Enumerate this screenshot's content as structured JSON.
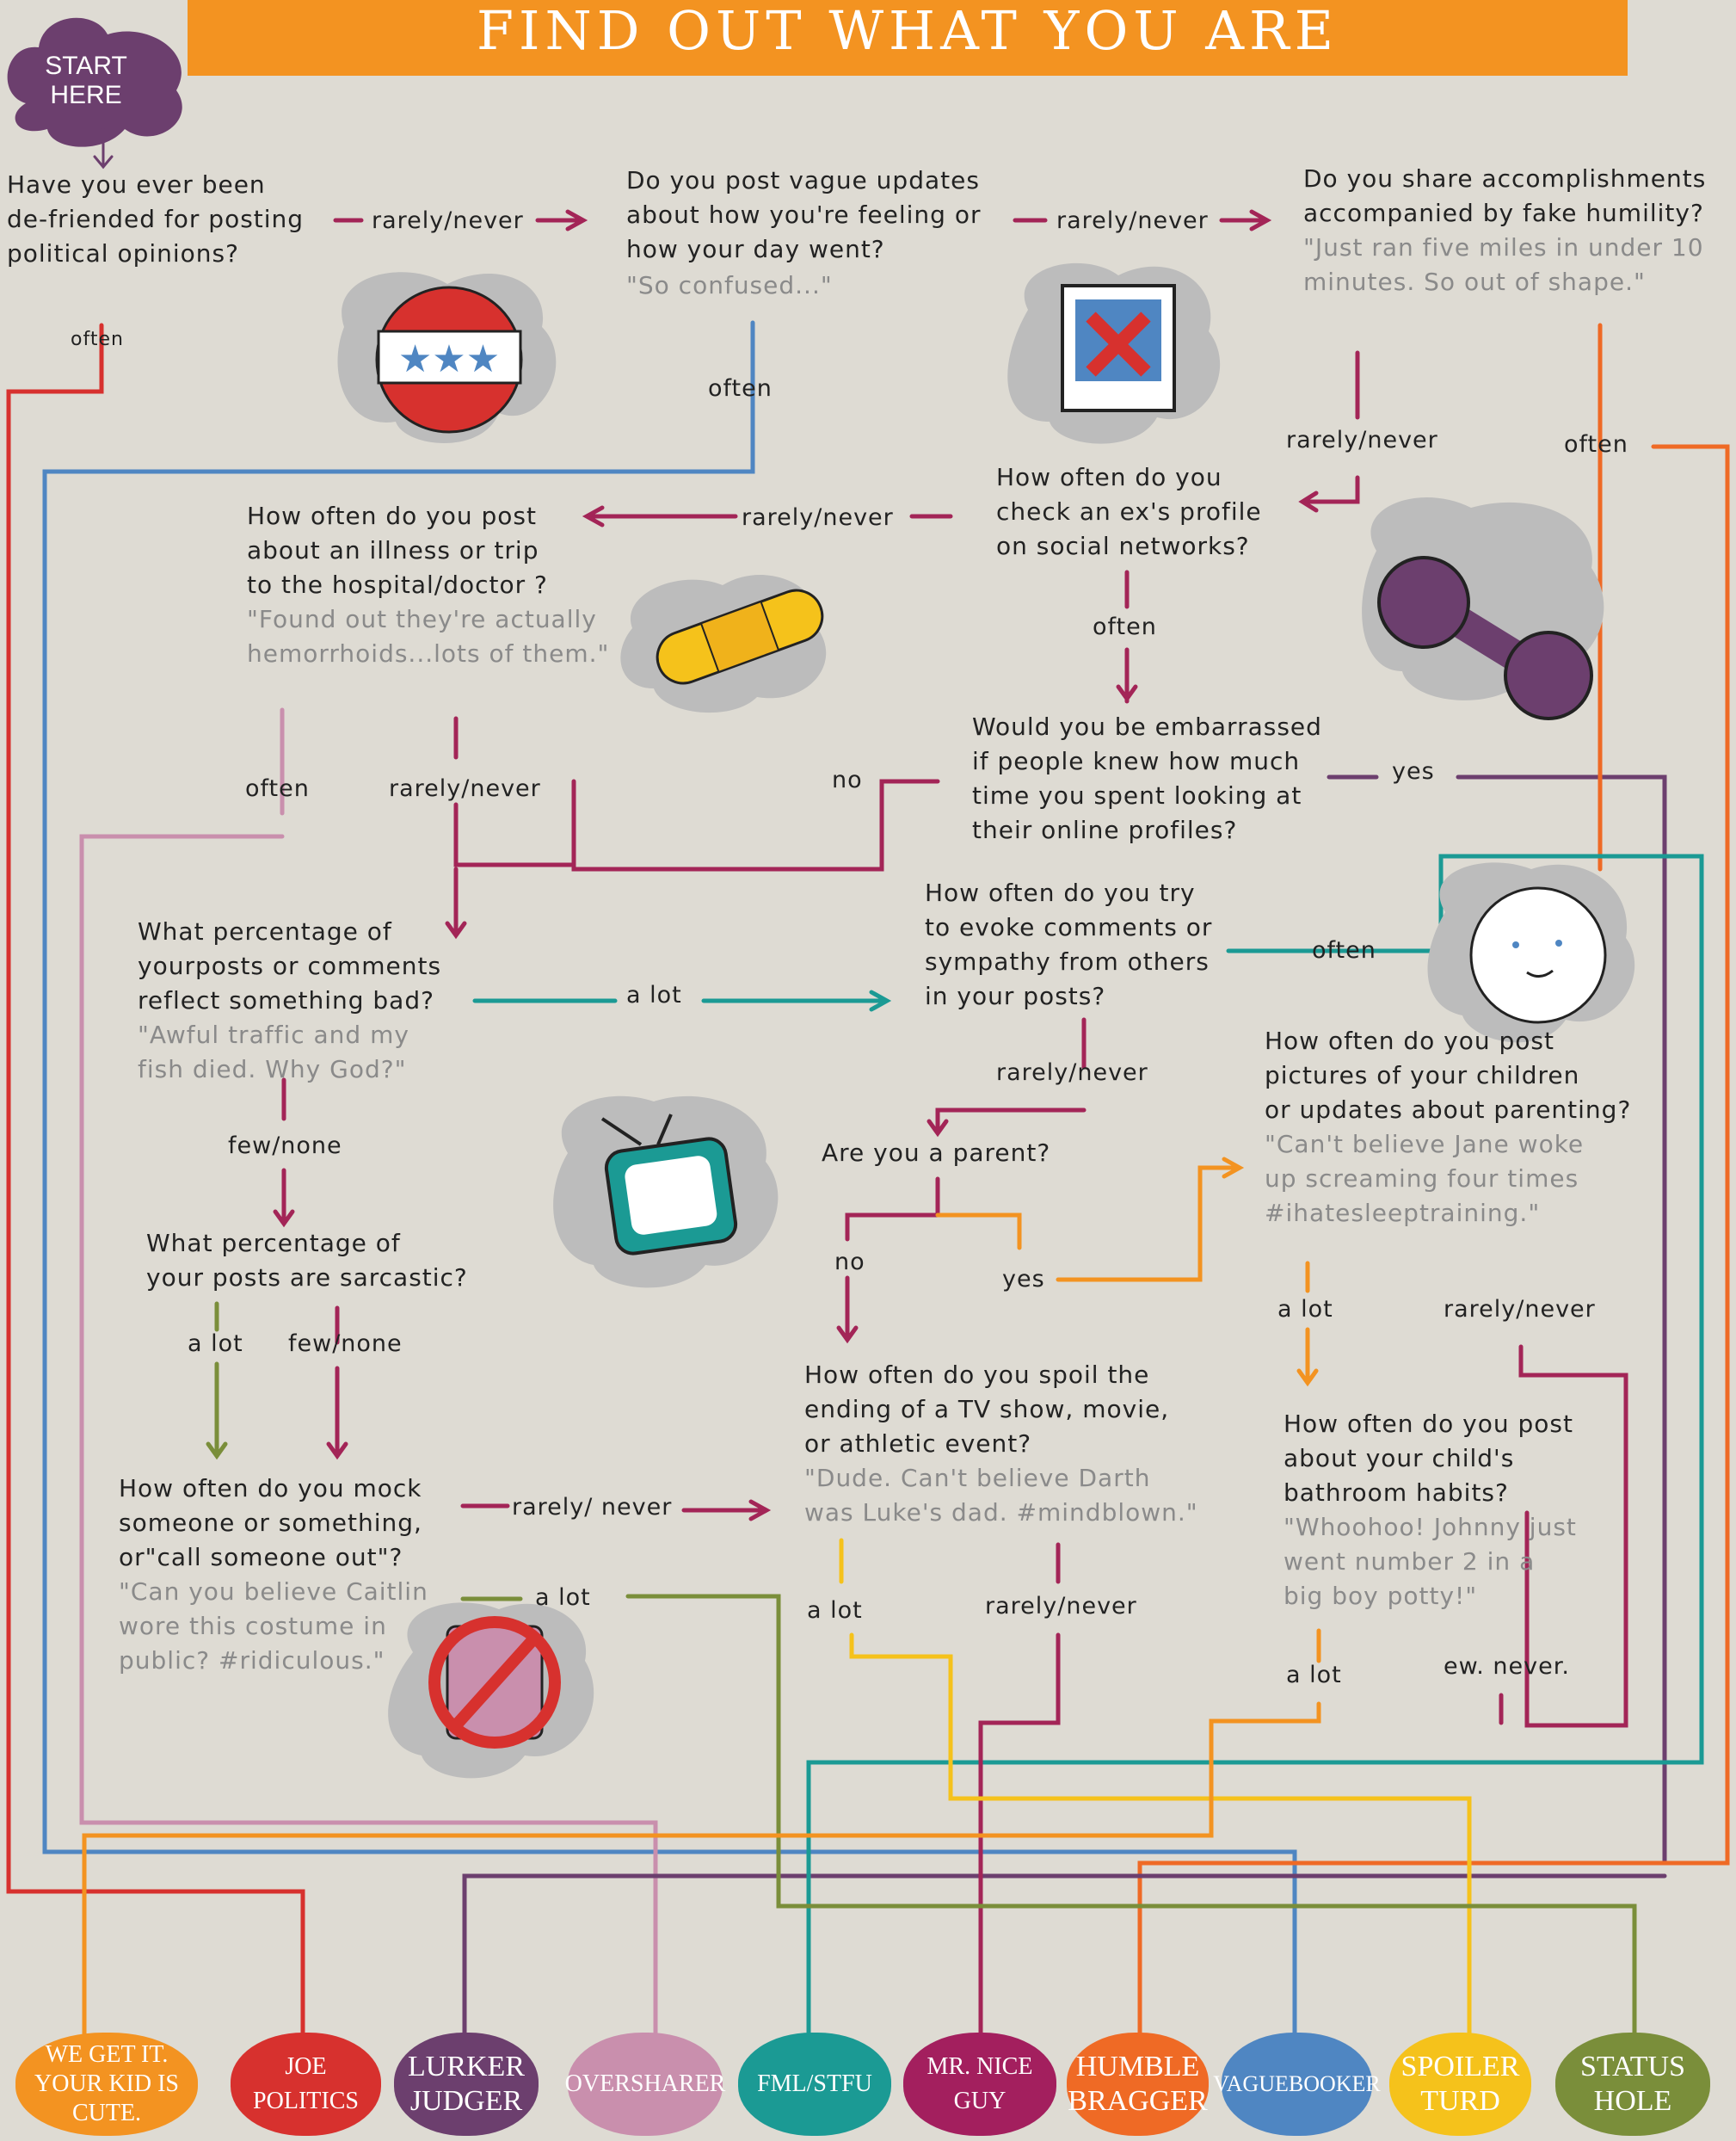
{
  "title": "FIND OUT WHAT YOU ARE",
  "start": "START HERE",
  "questions": {
    "defriended": "Have you ever been\nde-friended for posting\npolitical opinions?",
    "vague": "Do you post vague updates\nabout how you're feeling or\nhow your day went?",
    "vague_quote": "\"So confused...\"",
    "humility": "Do you share accomplishments\naccompanied by fake humility?",
    "humility_quote": "\"Just ran five miles in under 10\nminutes. So out of shape.\"",
    "ex": "How often do you\ncheck an ex's profile\non social networks?",
    "illness": "How often do you post\nabout an illness or trip\nto the hospital/doctor ?",
    "illness_quote": "\"Found out they're actually\nhemorrhoids...lots of them.\"",
    "embarrassed": "Would you be embarrassed\nif people knew how much\ntime you spent looking at\ntheir online profiles?",
    "percentage_bad": "What percentage of\nyourposts or comments\nreflect something bad?",
    "percentage_bad_quote": "\"Awful traffic and my\nfish died. Why God?\"",
    "sympathy": "How often do you try\nto evoke comments or\nsympathy from others\nin your posts?",
    "children": "How often do you post\npictures of your children\nor updates about parenting?",
    "children_quote": "\"Can't believe Jane woke\nup screaming four times\n#ihatesleeptraining.\"",
    "parent": "Are you a parent?",
    "sarcastic": "What percentage of\nyour posts are sarcastic?",
    "spoil": "How often do you spoil the\nending of a TV show, movie,\nor athletic event?",
    "spoil_quote": "\"Dude. Can't believe Darth\nwas Luke's dad. #mindblown.\"",
    "bathroom": "How often do you post\nabout your child's\nbathroom habits?",
    "bathroom_quote": "\"Whoohoo! Johnny just\nwent number 2 in a\nbig boy potty!\"",
    "mock": "How often do you mock\nsomeone or something,\nor\"call someone out\"?",
    "mock_quote": "\"Can you believe Caitlin\nwore this costume in\npublic? #ridiculous.\""
  },
  "labels": {
    "rn1": "rarely/never",
    "often1": "often",
    "rn2": "rarely/never",
    "often2": "often",
    "rn3": "rarely/never",
    "often3": "often",
    "rn4": "rarely/never",
    "often4": "often",
    "often5": "often",
    "rn5": "rarely/never",
    "no1": "no",
    "yes1": "yes",
    "alot1": "a lot",
    "often6": "often",
    "fewnone1": "few/none",
    "rn6": "rarely/never",
    "no2": "no",
    "yes2": "yes",
    "alot2": "a lot",
    "rn7": "rarely/never",
    "alot3": "a lot",
    "fewnone2": "few/none",
    "rn8": "rarely/ never",
    "alot4": "a lot",
    "alot5": "a lot",
    "rn9": "rarely/never",
    "alot6": "a lot",
    "ewnever": "ew. never."
  },
  "results": [
    {
      "label": "WE GET IT.\nYOUR KID IS CUTE.",
      "color": "#f39321"
    },
    {
      "label": "JOE POLITICS",
      "color": "#d7312e"
    },
    {
      "label": "LURKER\nJUDGER",
      "color": "#6c3f6e"
    },
    {
      "label": "OVERSHARER",
      "color": "#c98fad"
    },
    {
      "label": "FML/STFU",
      "color": "#1b9a94"
    },
    {
      "label": "MR. NICE GUY",
      "color": "#a31f5e"
    },
    {
      "label": "HUMBLE\nBRAGGER",
      "color": "#ef6a25"
    },
    {
      "label": "VAGUEBOOKER",
      "color": "#4f86c2"
    },
    {
      "label": "SPOILER\nTURD",
      "color": "#f5c21b"
    },
    {
      "label": "STATUS\nHOLE",
      "color": "#7a8e3a"
    }
  ],
  "colors": {
    "maroon": "#a32557",
    "red": "#d7312e",
    "blue": "#4f86c2",
    "orange": "#ef6a25",
    "pink": "#c98fad",
    "purple": "#6c3f6e",
    "teal": "#1b9a94",
    "olive": "#7a8e3a",
    "yellow": "#f5c21b",
    "amber": "#f39321"
  },
  "icons": [
    "ballot-badge-icon",
    "crossed-out-photo-icon",
    "bandage-icon",
    "dumbbell-icon",
    "baby-face-icon",
    "television-icon",
    "banned-costume-icon"
  ]
}
